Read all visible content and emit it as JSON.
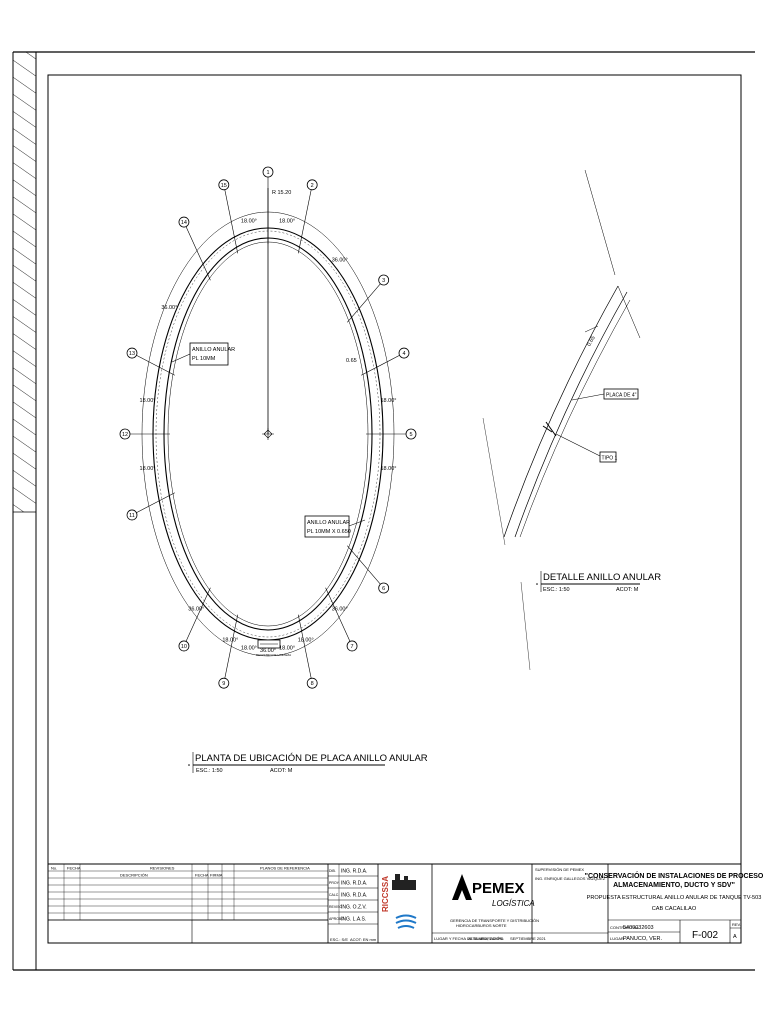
{
  "plan": {
    "radius_label": "R 15.20",
    "angle_labels": [
      "18.00°",
      "18.00°",
      "36.00°",
      "36.00°",
      "18.00°",
      "18.00°",
      "18.00°",
      "18.00°",
      "36.00°",
      "36.00°",
      "18.00°",
      "18.00°",
      "18.00°",
      "18.00°",
      "36.00°"
    ],
    "width_label": "0.65",
    "callout_ring_1": "ANILLO ANULAR",
    "callout_ring_2": "PL 10MM",
    "callout_ring2_1": "ANILLO ANULAR",
    "callout_ring2_2": "PL 10MM X 0.650",
    "cleanout_label": "REGISTRO DE LIMPIEZA",
    "sensors": [
      "1",
      "2",
      "3",
      "4",
      "5",
      "6",
      "7",
      "8",
      "9",
      "10",
      "11",
      "12",
      "13",
      "14",
      "15"
    ],
    "title": "PLANTA DE UBICACIÓN DE PLACA ANILLO ANULAR",
    "scale": "ESC.:   1:50",
    "units": "ACOT: M"
  },
  "detail": {
    "width_label": "0.65",
    "plate_label": "PLACA DE 4\"",
    "weld_label": "TIPO 1",
    "title": "DETALLE ANILLO ANULAR",
    "scale": "ESC.:   1:50",
    "units": "ACOT: M"
  },
  "titleblock": {
    "rev_header": "REVISIONES",
    "rev_col1": "No.",
    "rev_col2": "FECHA",
    "rev_col3": "DESCRIPCIÓN",
    "rev_col4": "FECHA",
    "rev_col5": "FIRMA",
    "ref_header": "PLANOS DE REFERENCIA",
    "sig_rows": [
      {
        "role": "DIB.",
        "name": "ING. R.D.A."
      },
      {
        "role": "PROY.",
        "name": "ING. R.D.A."
      },
      {
        "role": "CALC.",
        "name": "ING. R.D.A."
      },
      {
        "role": "REVISÓ",
        "name": "ING. O.Z.V."
      },
      {
        "role": "APROBÓ",
        "name": "ING. L.A.S."
      }
    ],
    "esc": "ESC.:  S/E",
    "acot": "ACOT: EN mm",
    "contractor_logo": "RICCSSA",
    "client_logo": "PEMEX",
    "client_sub": "LOGÍSTICA",
    "client_dept_1": "GERENCIA DE TRANSPORTE Y DISTRIBUCIÓN",
    "client_dept_2": "HIDROCARBUROS NORTE",
    "supervisor_label": "SUPERVISIÓN DE PEMEX",
    "supervisor_name": "ING. ENRIQUE GALLEGOS VAZQUEZ",
    "place_date_label": "LUGAR Y FECHA DE ELABORACIÓN:",
    "place": "ALTAMIRA, TAMPS.",
    "date": "SEPTIEMBRE 2021",
    "project_title_1": "\"CONSERVACIÓN DE INSTALACIONES DE PROCESO",
    "project_title_2": "ALMACENAMIENTO, DUCTO Y SDV\"",
    "drawing_title_1": "PROPUESTA ESTRUCTURAL ANILLO ANULAR DE TANQUE TV-503",
    "drawing_title_2": "CAB CACALILAO",
    "contract_label": "CONTRATO No.",
    "contract_no": "5400032603",
    "location_label": "LUGAR",
    "location": "PANUCO, VER.",
    "drawing_no": "F-002",
    "rev_label": "REV.",
    "rev_value": "A"
  }
}
